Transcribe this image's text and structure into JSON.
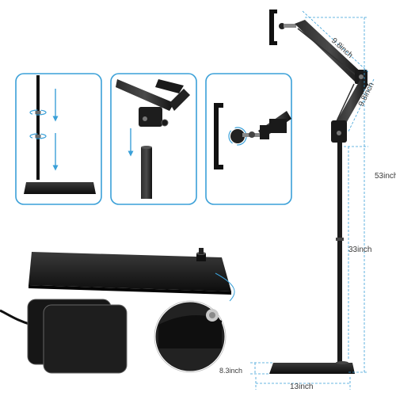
{
  "product": {
    "dimensions": {
      "arm_upper": "9.8inch",
      "arm_lower": "9.8inch",
      "total_height": "53inch",
      "pole_height": "33inch",
      "base_width": "13inch",
      "base_depth": "8.3inch"
    }
  },
  "colors": {
    "accent": "#3aa0d8",
    "metal": "#1a1a1a",
    "panel_border": "#3aa0d8",
    "dim_line": "#3aa0d8"
  },
  "icons": {
    "rotate": "rotate-arrow-icon",
    "down": "arrow-down-icon"
  }
}
